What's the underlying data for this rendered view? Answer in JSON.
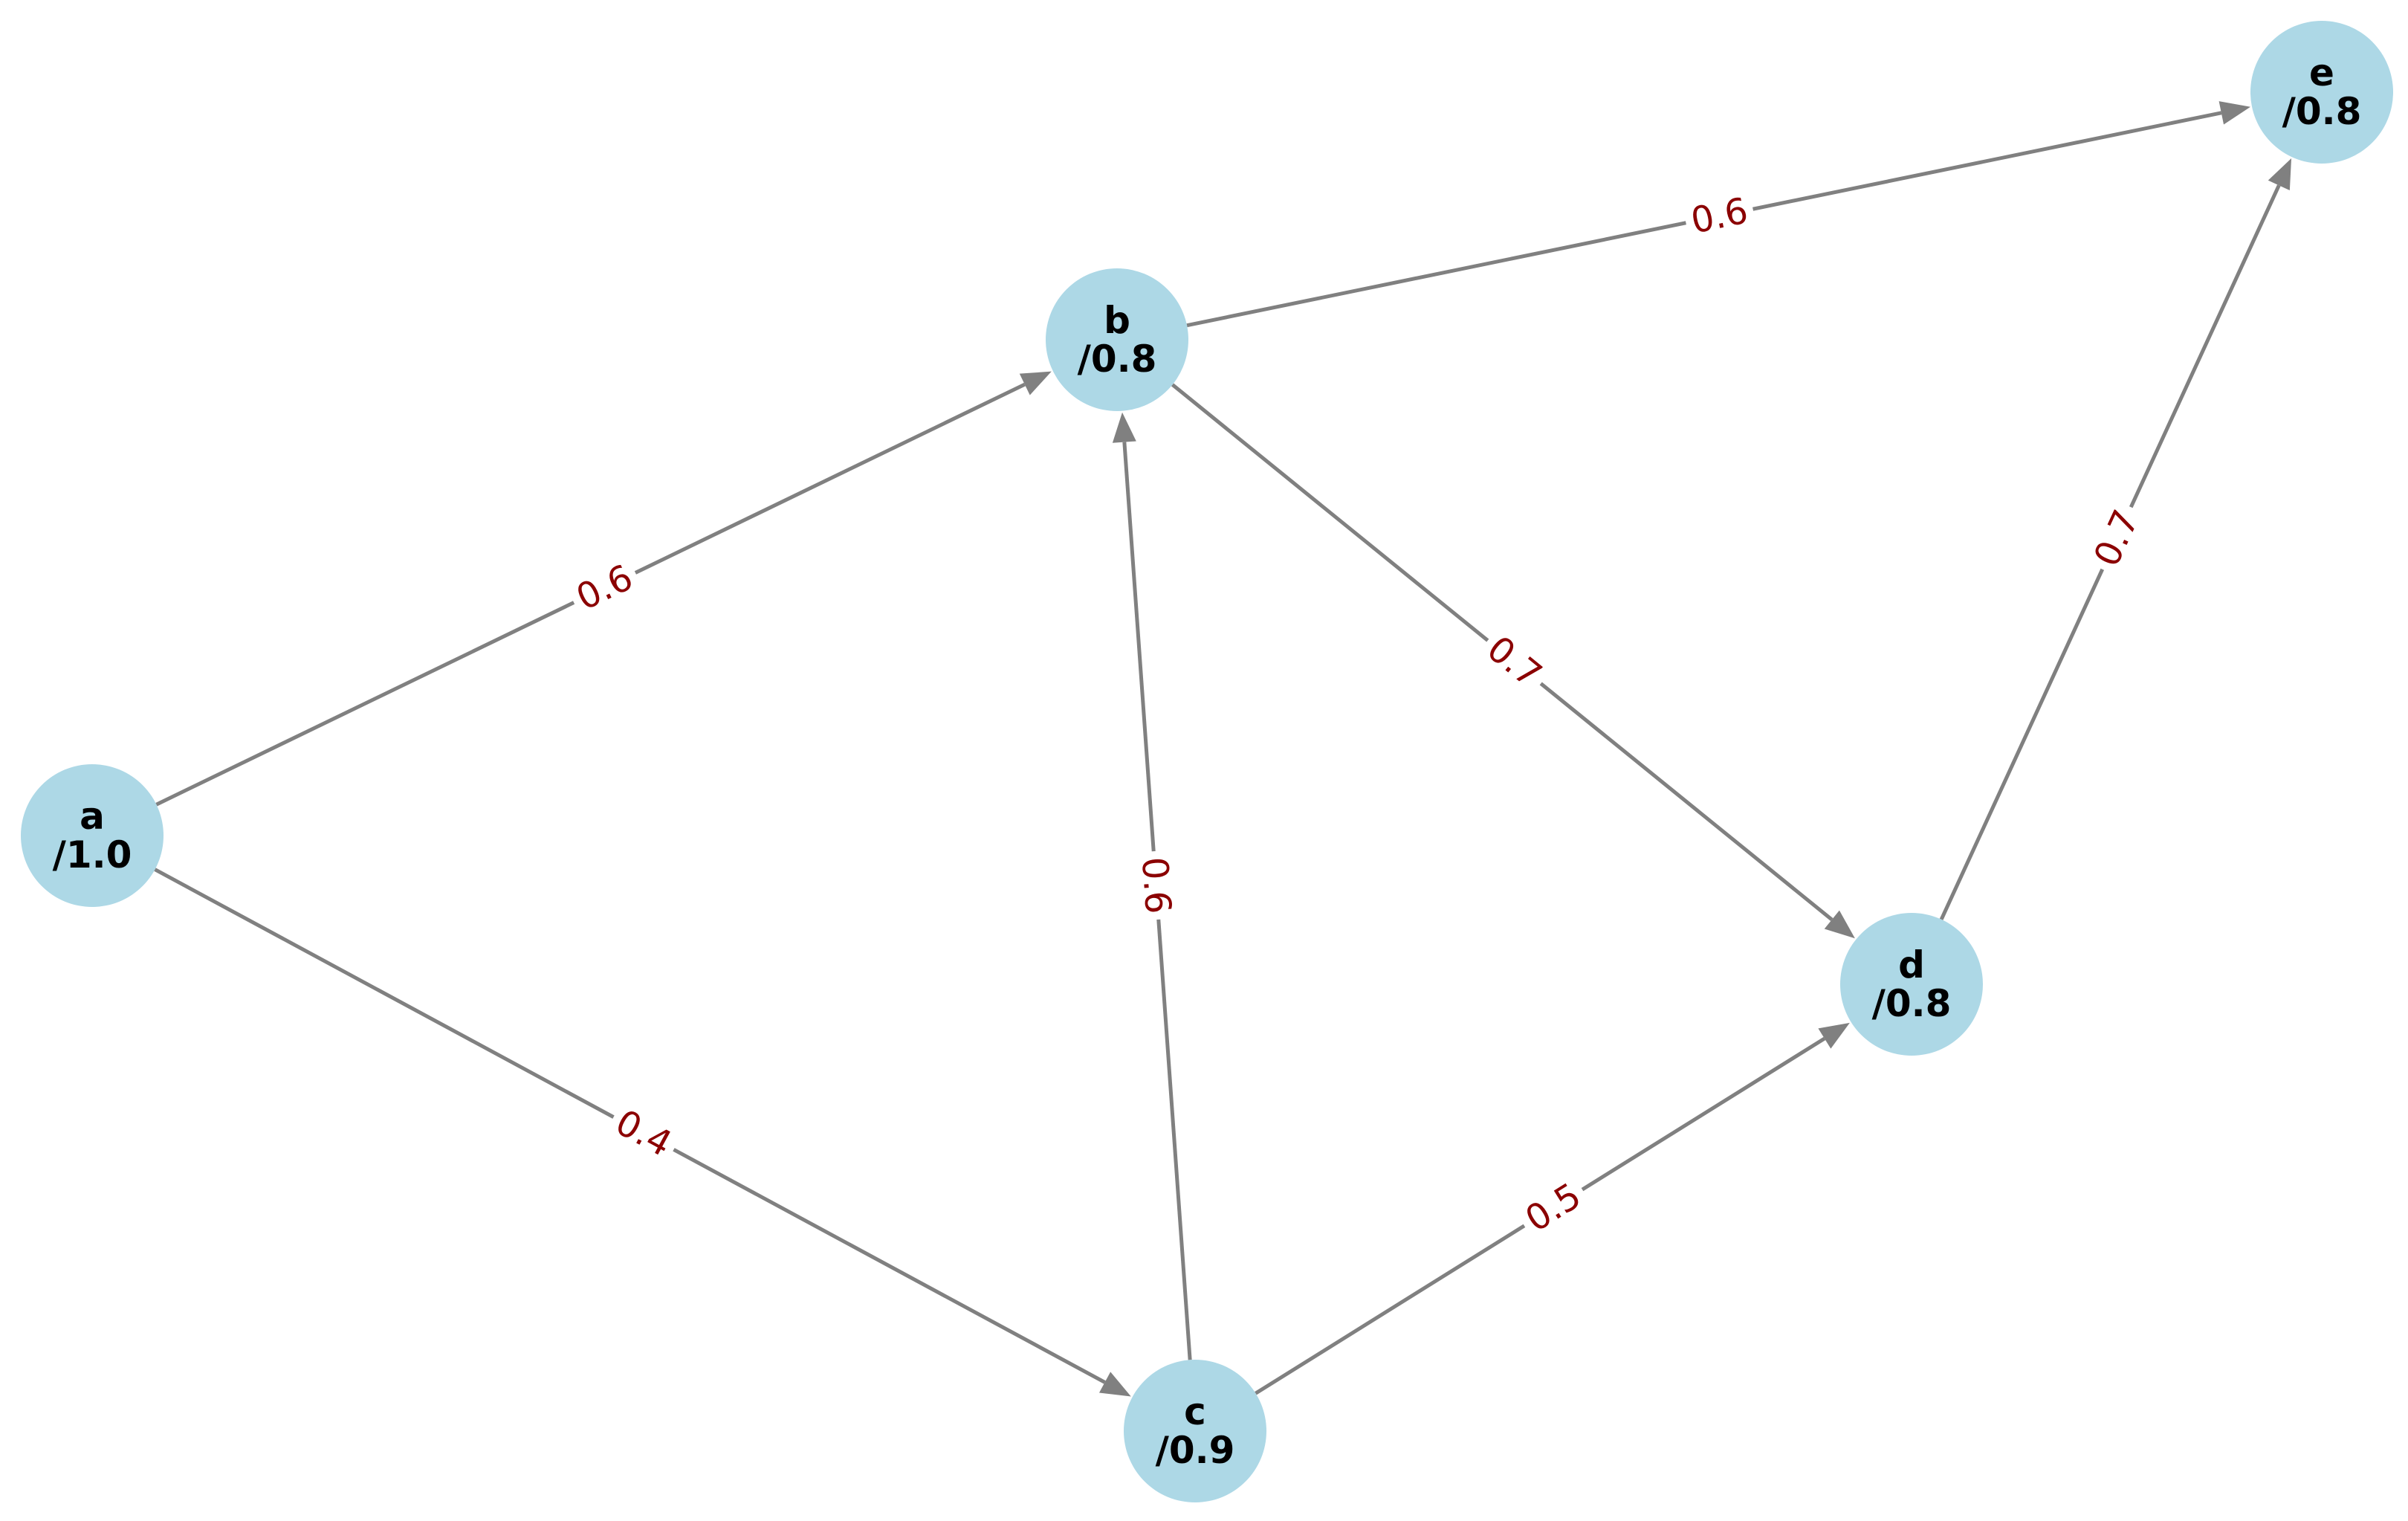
{
  "graph": {
    "nodes": [
      {
        "id": "a",
        "label": "a",
        "value": "/1.0"
      },
      {
        "id": "b",
        "label": "b",
        "value": "/0.8"
      },
      {
        "id": "c",
        "label": "c",
        "value": "/0.9"
      },
      {
        "id": "d",
        "label": "d",
        "value": "/0.8"
      },
      {
        "id": "e",
        "label": "e",
        "value": "/0.8"
      }
    ],
    "edges": [
      {
        "from": "a",
        "to": "b",
        "weight": "0.6"
      },
      {
        "from": "a",
        "to": "c",
        "weight": "0.4"
      },
      {
        "from": "c",
        "to": "b",
        "weight": "0.6"
      },
      {
        "from": "b",
        "to": "d",
        "weight": "0.7"
      },
      {
        "from": "b",
        "to": "e",
        "weight": "0.6"
      },
      {
        "from": "c",
        "to": "d",
        "weight": "0.5"
      },
      {
        "from": "d",
        "to": "e",
        "weight": "0.7"
      }
    ],
    "colors": {
      "node_fill": "#add8e6",
      "edge_stroke": "#808080",
      "edge_label": "#8b0000",
      "node_text": "#000000"
    }
  }
}
